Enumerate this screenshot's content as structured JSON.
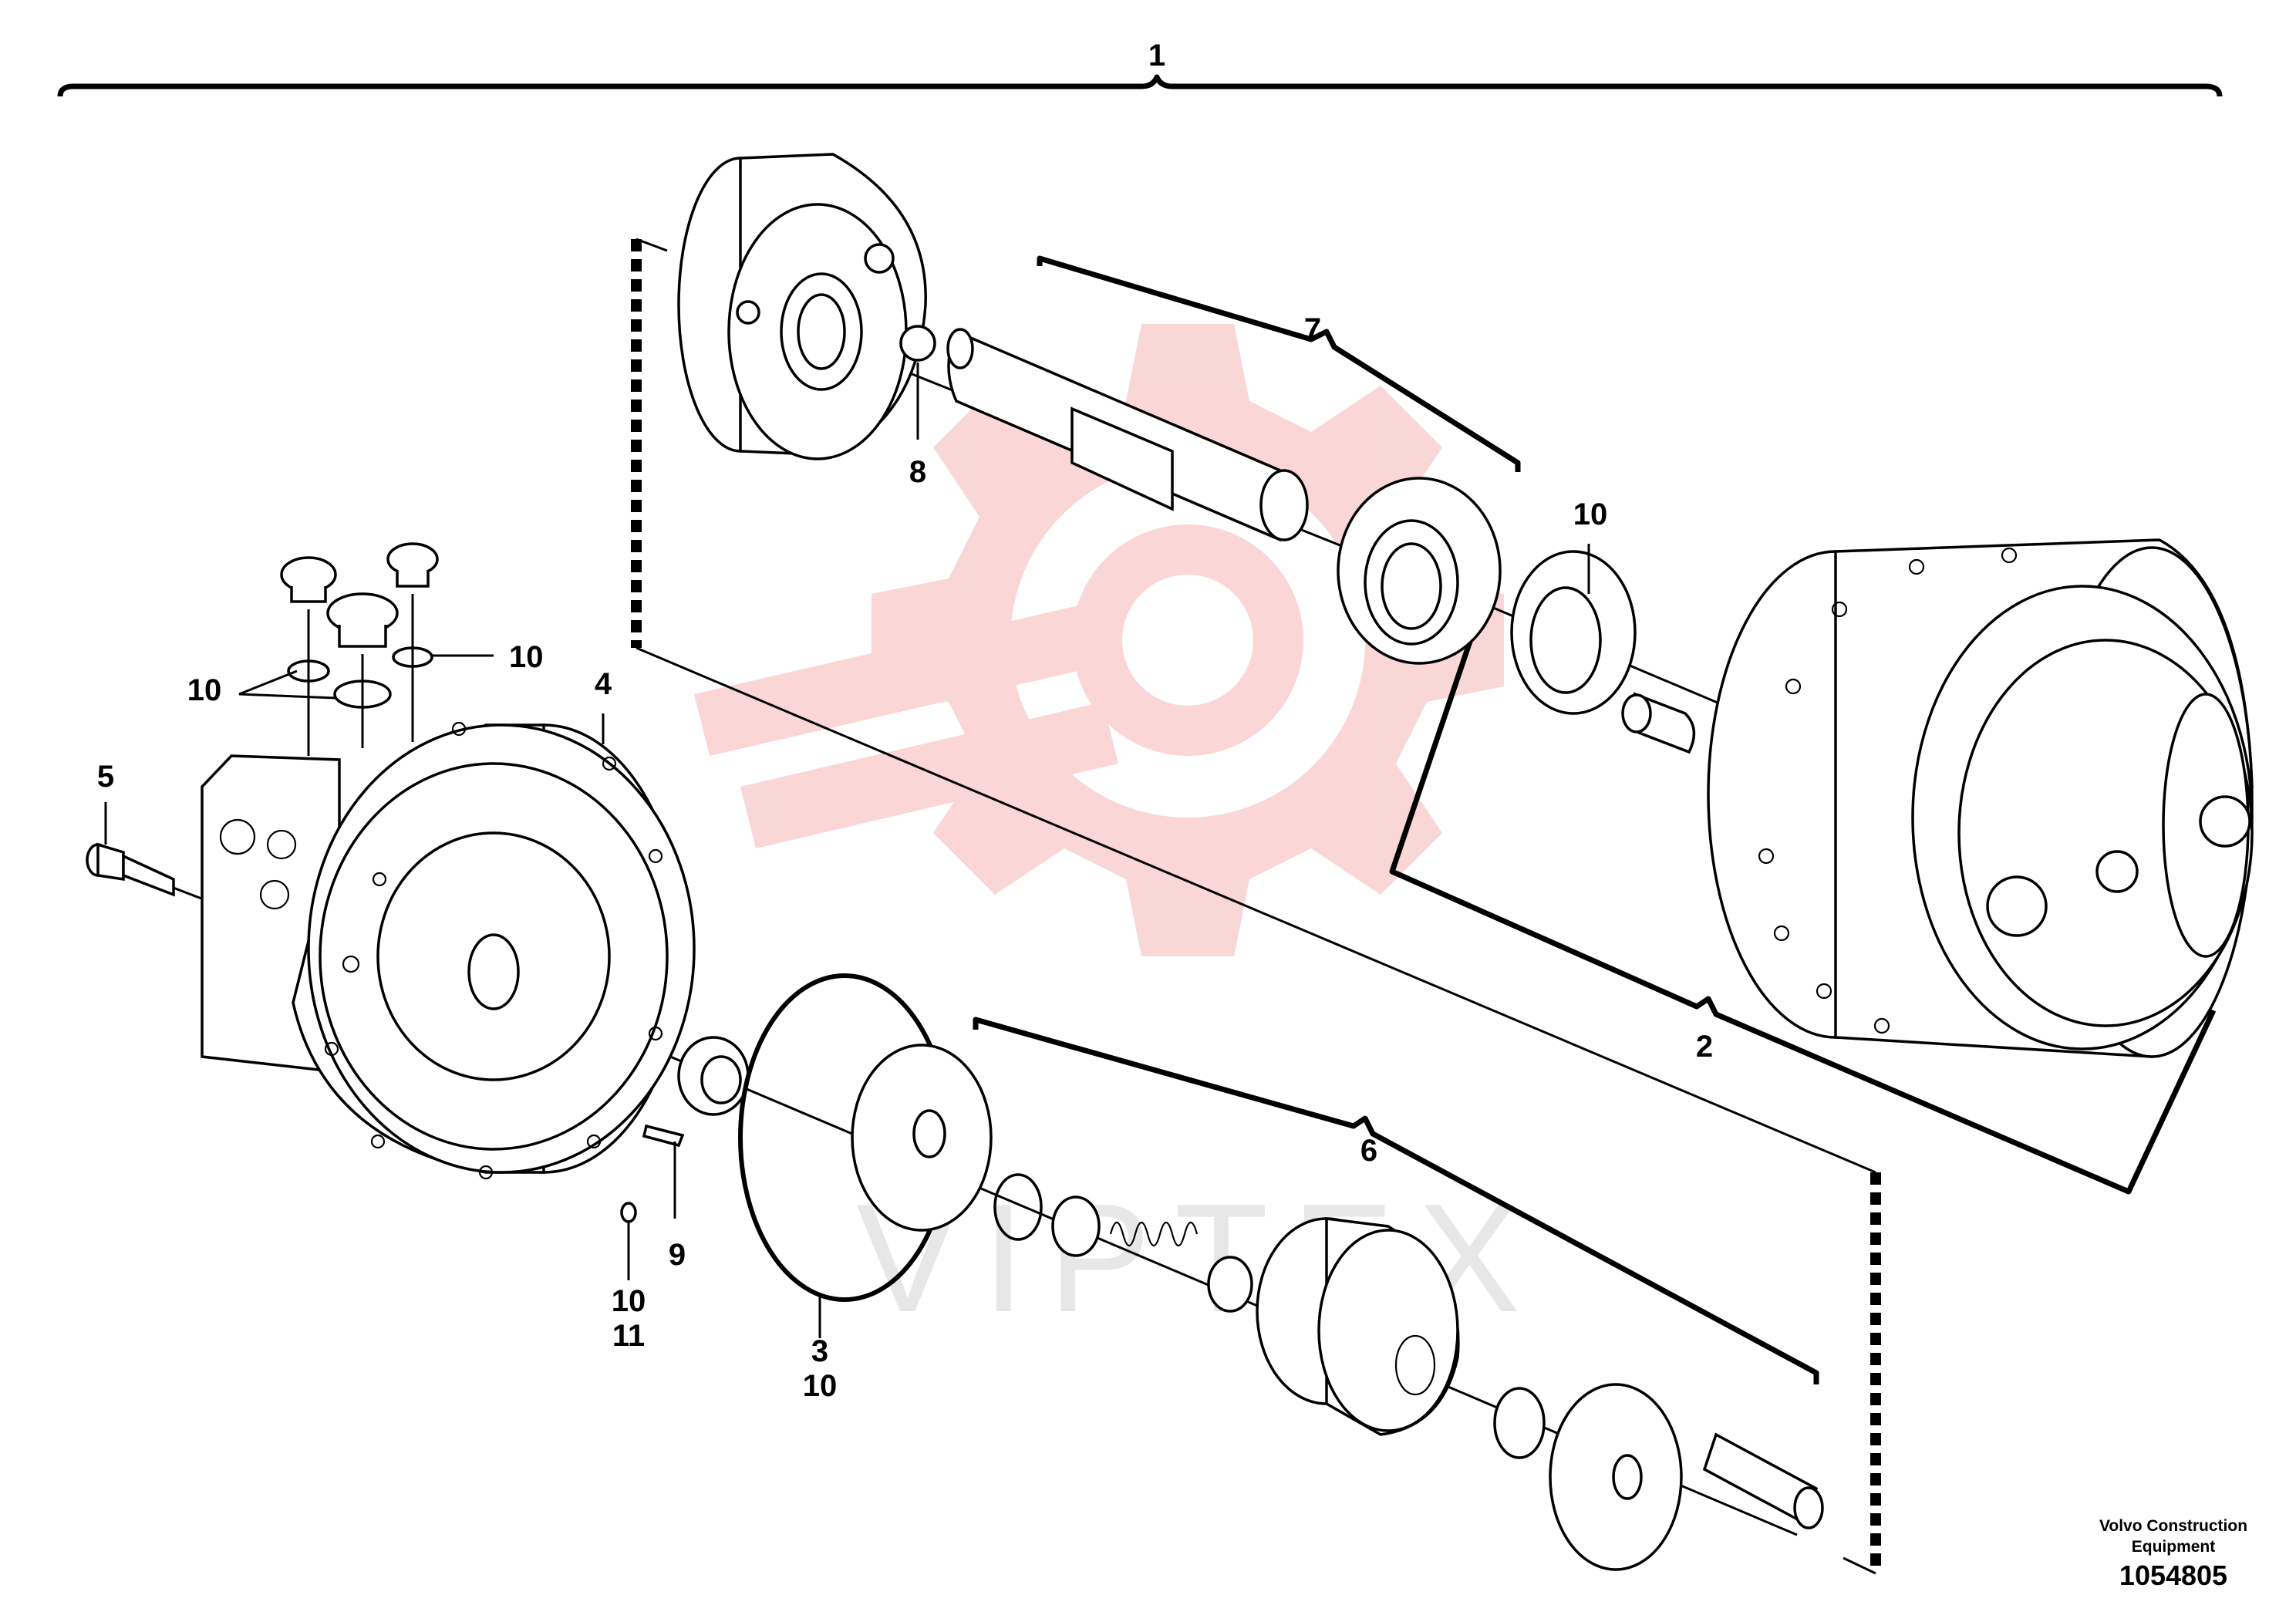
{
  "callouts": {
    "c1": "1",
    "c2": "2",
    "c3": "3",
    "c3b": "10",
    "c4": "4",
    "c5": "5",
    "c6": "6",
    "c7": "7",
    "c8": "8",
    "c9": "9",
    "c10_bearing": "10",
    "c10_right": "10",
    "c10_left": "10",
    "c10_bottom": "10",
    "c11": "11"
  },
  "credit": {
    "line1": "Volvo Construction",
    "line2": "Equipment",
    "drawing_number": "1054805"
  },
  "watermark": {
    "text": "VIPTEX",
    "color": "#f4a9a9"
  }
}
